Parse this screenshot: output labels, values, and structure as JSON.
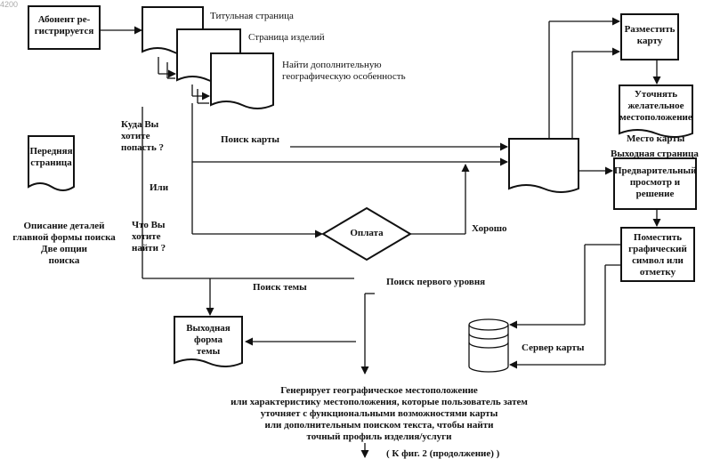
{
  "corner_label": "4200",
  "boxes": {
    "subscriber": "Абонент ре-\nгистрируется",
    "place_map": "Разместить\nкарту",
    "refine": "Уточнять\nжелательное\nместоположение",
    "preview": "Предварительный\nпросмотр и\nрешение",
    "place_symbol": "Поместить\nграфический\nсимвол или\nотметку",
    "front_page": "Передняя\nстраница",
    "output_form": "Выходная\nформа\nтемы",
    "decision": "Оплата"
  },
  "labels": {
    "title_page": "Титульная страница",
    "product_page": "Страница изделий",
    "find_feature": "Найти дополнительную\nгеографическую особенность",
    "where_q": "Куда Вы\nхотите\nпопасть ?",
    "or": "Или",
    "what_q": "Что Вы\nхотите\nнайти ?",
    "map_search": "Поиск карты",
    "good": "Хорошо",
    "topic_search": "Поиск темы",
    "first_level": "Поиск первого уровня",
    "search_desc": "Описание деталей\nглавной формы поиска\nДве опции\nпоиска",
    "map_place": "Место карты",
    "output_page": "Выходная страница",
    "map_server": "Сервер карты",
    "generates": "Генерирует географическое местоположение\nили характеристику местоположения, которые пользователь затем\nуточняет с функциональными возможностями карты\nили дополнительным поиском текста, чтобы найти\nточный профиль изделия/услуги",
    "continuation": "( К фиг. 2 (продолжение) )"
  }
}
